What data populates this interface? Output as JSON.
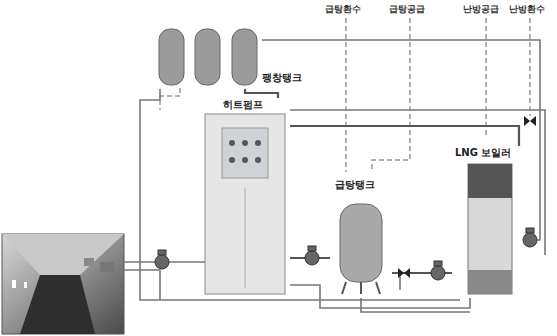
{
  "diagram": {
    "nodes": [
      {
        "text": [
          "팽창탱크"
        ]
      },
      {
        "text": [
          "히트펌프"
        ]
      },
      {
        "text": [
          "급탕탱크"
        ]
      },
      {
        "text": [
          "LNG 보일러"
        ]
      }
    ],
    "edges": [
      {
        "from": 0,
        "to": 1,
        "arrow": "none"
      },
      {
        "from": 1,
        "to": 2,
        "arrow": "none"
      },
      {
        "from": 2,
        "to": 3,
        "arrow": "none"
      },
      {
        "from": 1,
        "to": 3,
        "arrow": "none"
      }
    ],
    "labels": [
      "급탕환수",
      "급탕공급",
      "난방공급",
      "난방환수"
    ]
  }
}
